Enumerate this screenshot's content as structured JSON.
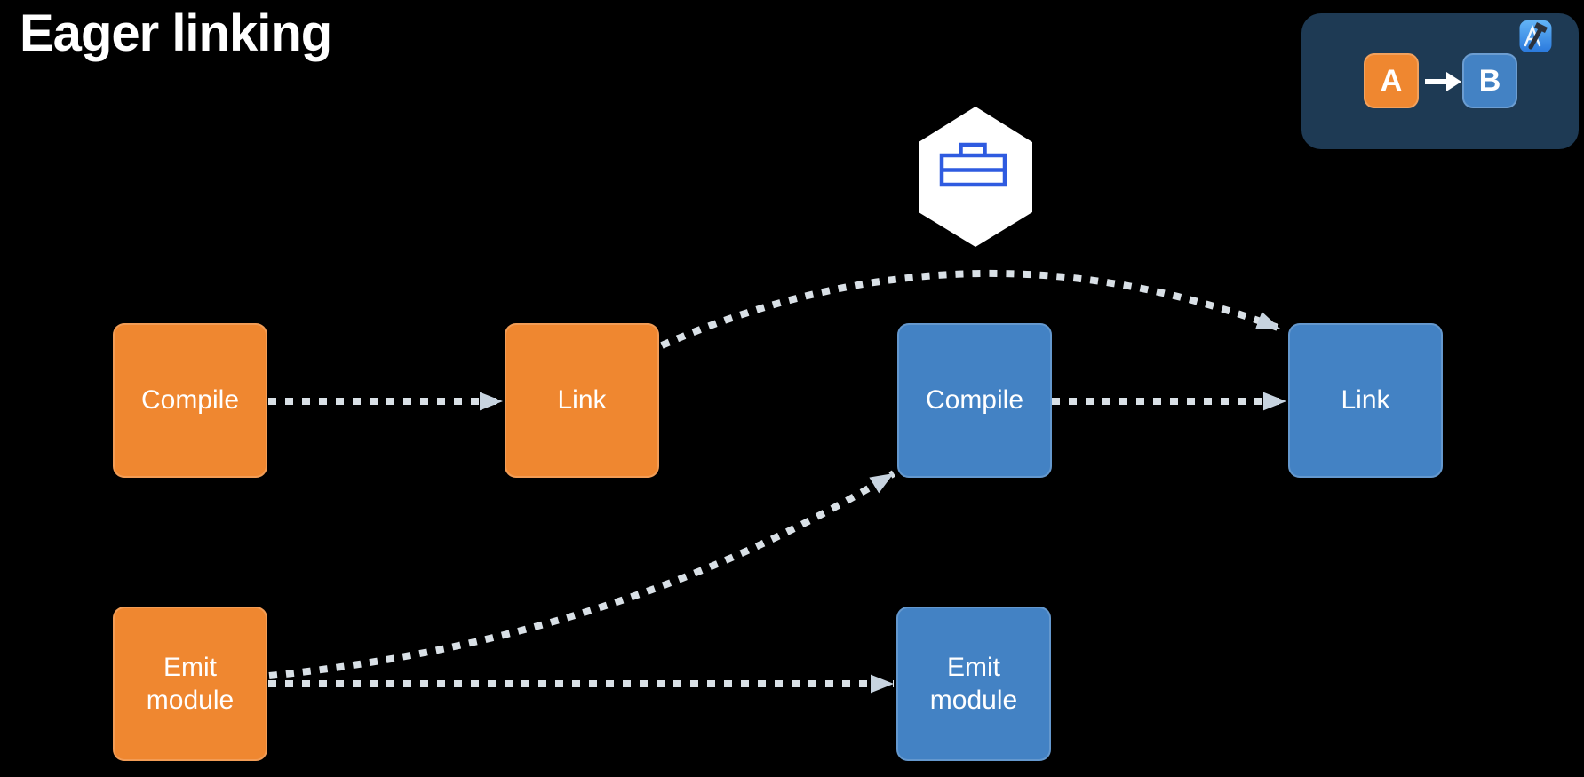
{
  "title": "Eager linking",
  "legend": {
    "source_label": "A",
    "dependent_label": "B"
  },
  "targets": {
    "a": {
      "compile": "Compile",
      "link": "Link",
      "emit_module": "Emit module"
    },
    "b": {
      "compile": "Compile",
      "link": "Link",
      "emit_module": "Emit module"
    }
  },
  "icons": {
    "legend_arrow": "right-arrow",
    "hexagon_badge": "toolbox-in-hexagon",
    "app_badge": "xcode-app-icon"
  },
  "colors": {
    "bg": "#000000",
    "target_a_fill": "#EF8730",
    "target_b_fill": "#4382C4",
    "legend_panel_bg": "#1E3A54",
    "arrow_dash": "#D9E0E6",
    "arrowhead_fill": "#C7D3DF",
    "hexagon_fill": "#FFFFFF",
    "toolbox_stroke": "#2F5BE0",
    "text": "#FFFFFF"
  }
}
